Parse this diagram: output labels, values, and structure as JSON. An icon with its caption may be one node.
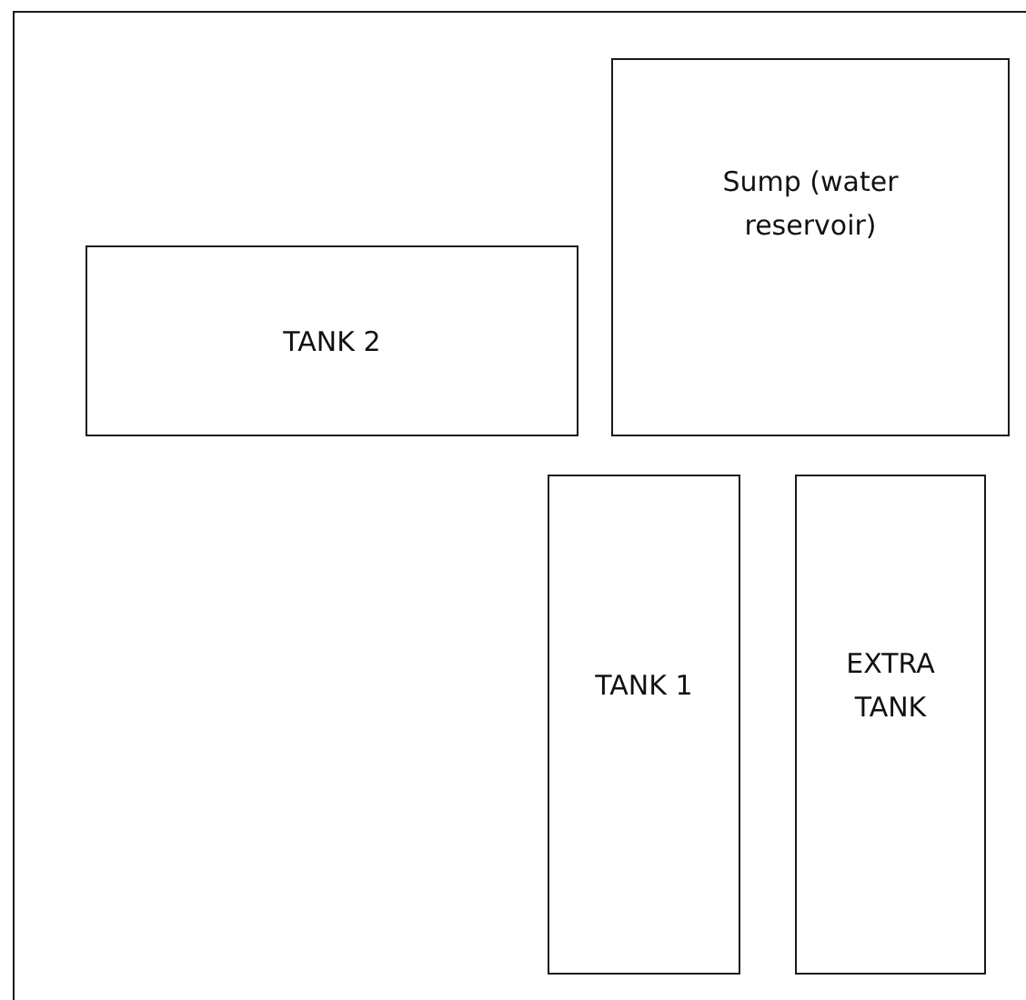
{
  "diagram": {
    "nodes": [
      {
        "text": [],
        "shape": "box"
      },
      {
        "text": [
          "Sump (water reservoir)"
        ],
        "in": 0
      },
      {
        "text": [
          "TANK 2"
        ],
        "in": 0
      },
      {
        "text": [
          "TANK 1"
        ],
        "in": 0
      },
      {
        "text": [
          "EXTRA TANK"
        ],
        "in": 0
      }
    ]
  }
}
